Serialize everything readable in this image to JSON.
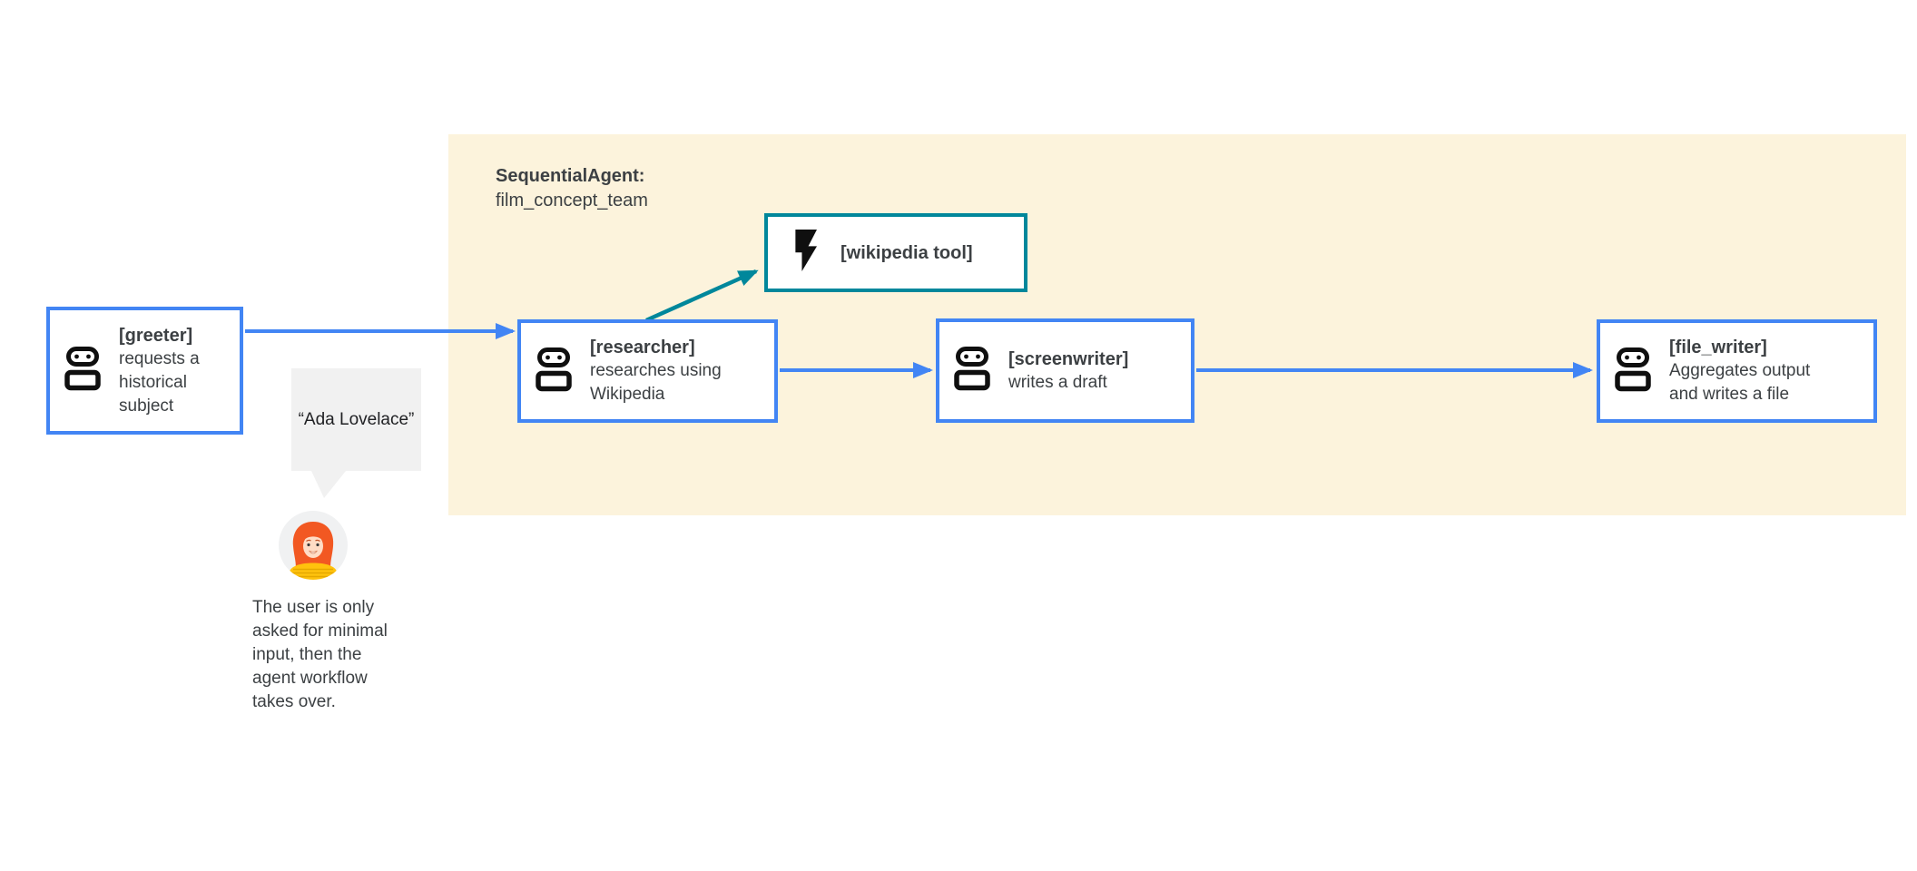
{
  "panel": {
    "title_bold": "SequentialAgent:",
    "title_sub": "film_concept_team"
  },
  "nodes": {
    "greeter": {
      "name": "[greeter]",
      "desc": "requests a historical subject"
    },
    "researcher": {
      "name": "[researcher]",
      "desc": "researches using Wikipedia"
    },
    "screenwriter": {
      "name": "[screenwriter]",
      "desc": "writes a draft"
    },
    "file_writer": {
      "name": "[file_writer]",
      "desc": "Aggregates output and writes a file"
    },
    "wikipedia_tool": {
      "name": "[wikipedia tool]"
    }
  },
  "user_note": {
    "bubble_text": "“Ada Lovelace”",
    "caption": "The user is only asked for minimal input, then the agent workflow takes over."
  },
  "icons": {
    "agent": "robot-icon",
    "tool": "flash-icon",
    "user": "woman-avatar-icon"
  },
  "colors": {
    "accent_blue": "#4285F4",
    "accent_teal": "#00879B",
    "panel_bg": "#FCF3DC",
    "bubble_bg": "#F1F1F1",
    "text_dark": "#3C4043"
  }
}
